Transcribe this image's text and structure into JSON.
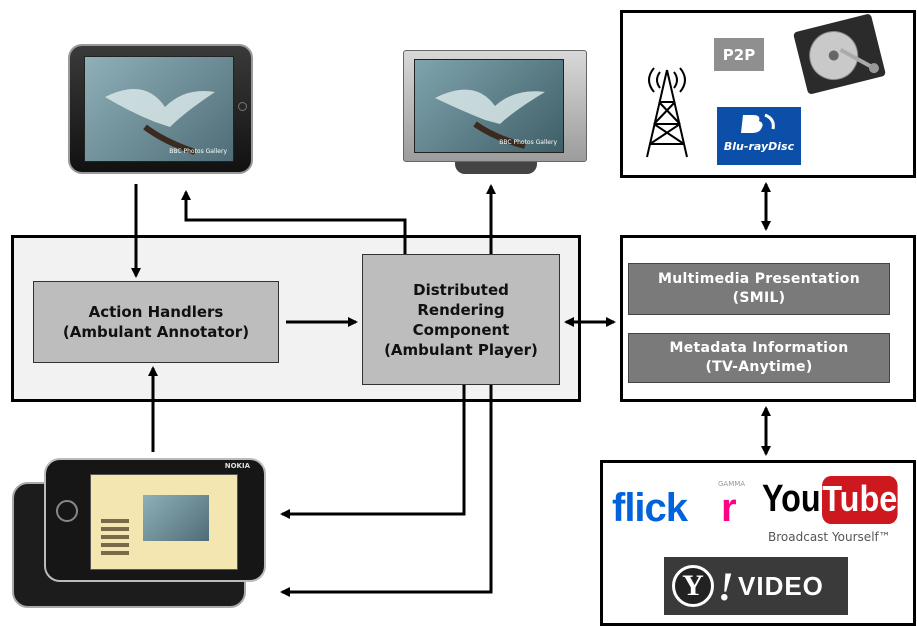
{
  "components": {
    "action_handlers": {
      "line1": "Action Handlers",
      "line2": "(Ambulant Annotator)"
    },
    "renderer": {
      "line1": "Distributed",
      "line2": "Rendering",
      "line3": "Component",
      "line4": "(Ambulant Player)"
    },
    "presentation": {
      "line1": "Multimedia Presentation",
      "line2": "(SMIL)"
    },
    "metadata": {
      "line1": "Metadata Information",
      "line2": "(TV-Anytime)"
    }
  },
  "sources": {
    "p2p": "P2P",
    "bluray_line1": "Blu-ray",
    "bluray_line2": "Disc"
  },
  "services": {
    "flickr_a": "flick",
    "flickr_b": "r",
    "flickr_gamma": "GAMMA",
    "youtube_you": "You",
    "youtube_tube": "Tube",
    "youtube_tagline": "Broadcast Yourself™",
    "yahoo_y": "Y",
    "yahoo_bang": "!",
    "yahoo_video": "VIDEO"
  },
  "devices": {
    "tablet": "iPad",
    "tv": "Television",
    "caption": "BBC Photos Gallery",
    "nokia_brand": "NOKIA"
  },
  "colors": {
    "panel_bg": "#f2f2f2",
    "box_grey": "#bdbdbd",
    "box_dark": "#7a7a7a",
    "flickr_blue": "#0063dc",
    "flickr_pink": "#ff0084",
    "youtube_red": "#cc181e"
  }
}
